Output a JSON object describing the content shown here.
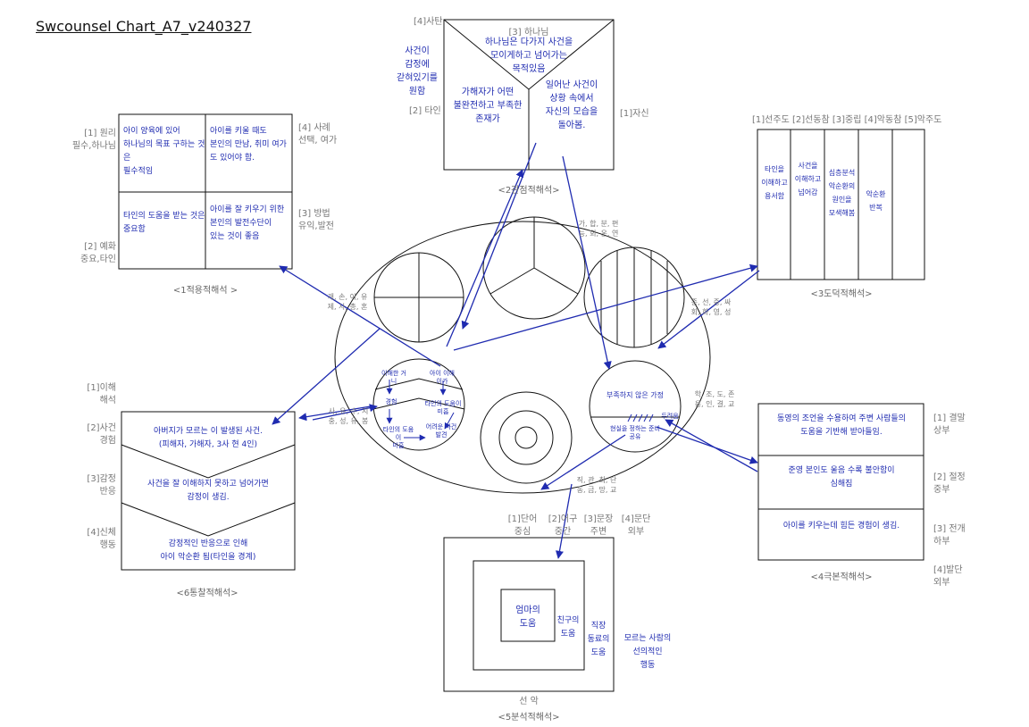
{
  "title": "Swcounsel Chart_A7_v240327",
  "top_box": {
    "labels": {
      "sa": "[4]사탄",
      "hananim": "[3] 하나님",
      "tain": "[2] 타인",
      "jasin": "[1]자신"
    },
    "notes": {
      "top": "하나님은 다가지 사건을\n모이게하고 넘어가는\n목적있음",
      "left": "가해자가 어떤\n불완전하고 부족한\n존재가",
      "right": "일어난 사건이\n상황 속에서\n자신의 모습을\n돌아봄.",
      "outside": "사건이\n감정에\n갇혀있기를\n원함"
    },
    "caption": "<2관점적해석>"
  },
  "box1": {
    "labels": {
      "l1": "[1] 원리\n필수,하나님",
      "l2": "[2] 예화\n중요,타인",
      "l3": "[3] 방법\n유익,발전",
      "l4": "[4] 사례\n선택, 여가"
    },
    "notes": {
      "q1": "아이 양육에 있어\n하나님의 목표 구하는 것은\n필수적임",
      "q2": "아이를 키울 때도\n본인의 만남, 취미 여가\n도 있어야 함.",
      "q3": "타인의 도움을 받는 것은\n중요함",
      "q4": "아이를 잘 키우기 위한\n본인의 발전수단이\n있는 것이 좋음"
    },
    "caption": "<1적용적해석 >"
  },
  "box3": {
    "header": "[1]선주도 [2]선동참 [3]중립 [4]악동참 [5]악주도",
    "cols": [
      "타인을\n이해하고\n용서함",
      "사건을\n이해하고\n넘어감",
      "심층분석\n악순환의\n원인을\n모색해봄",
      "악순환\n반복",
      ""
    ],
    "caption": "<3도덕적해석>"
  },
  "box4": {
    "labels": {
      "l1": "[1] 결말\n상부",
      "l2": "[2] 절정\n중부",
      "l3": "[3] 전개\n하부",
      "l4": "[4]발단\n외부"
    },
    "notes": {
      "r1": "동영의 조언을 수용하여 주변 사람들의\n도움을 기반해 받아들임.",
      "r2": "준영 본인도 울음 수록 불안함이\n심해짐",
      "r3": "아이를 키우는데 힘든 경험이 생김."
    },
    "caption": "<4극본적해석>"
  },
  "box5": {
    "labels": {
      "l1": "[1]단어\n중심",
      "l2": "[2]어구\n중간",
      "l3": "[3]문장\n주변",
      "l4": "[4]문단\n외부"
    },
    "notes": {
      "inner": "엄마의\n도움",
      "ring2": "친구의\n도움",
      "ring3": "직장\n동료의\n도움",
      "outside": "모르는 사람의\n선의적인\n행동"
    },
    "bottom": "선  악",
    "caption": "<5분석적해석>"
  },
  "box6": {
    "labels": {
      "l1": "[1]이해\n해석",
      "l2": "[2]사건\n경험",
      "l3": "[3]감정\n반응",
      "l4": "[4]신체\n행동"
    },
    "notes": {
      "r1": "아버지가 모르는 이 발생된 사건.\n(피해자, 가해자, 3사 현 4인)",
      "r2": "사건을 잘 이해하지 못하고 넘어가면\n감정이 생김.",
      "r3": "감정적인 반응으로 인해\n아이 악순환 됨(타인을 경계)"
    },
    "caption": "<6통찰적해석>"
  },
  "center": {
    "letters": {
      "c1": "개, 손, 이, 유\n제, 사, 총, 혼",
      "c2": "가, 합, 분, 편\n능, 회, 온, 연",
      "c3": "종, 선, 중, 싸\n회, 화, 영, 성",
      "c6": "사, 유, 수, 지\n충, 성, 유, 봉",
      "c5": "직, 관, 최, 단\n동, 금, 망, 교",
      "c4": "학, 조, 도, 존\n용, 인, 결, 교"
    },
    "c6_notes": [
      "이해한 거니",
      "아이 이해\n이가",
      "경험",
      "타인의 도움이 미흡",
      "타인의 도움이\n미흡",
      "어려운 사건\n발견"
    ],
    "c4_notes": [
      "부족하지 않은 가정",
      "현실을 정하는 준비\n공유",
      "두려움"
    ]
  },
  "colors": {
    "ink": "#1f2bb0",
    "line": "#111111",
    "label": "#777777"
  }
}
